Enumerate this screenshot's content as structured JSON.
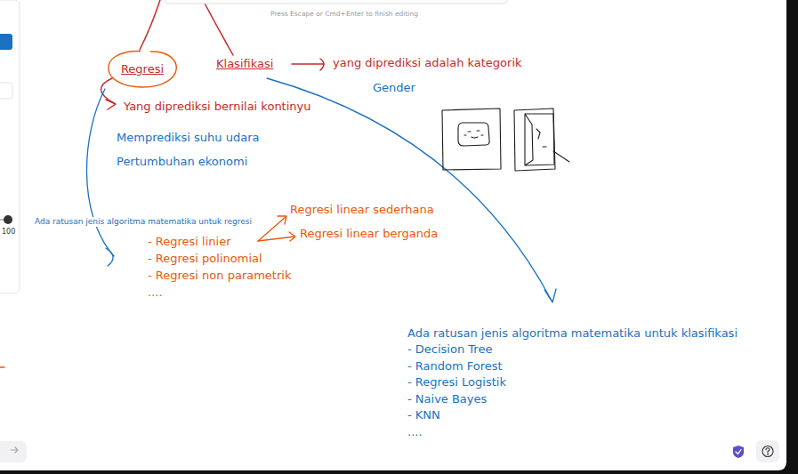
{
  "diagram": {
    "nodes": [
      {
        "text": [
          "Regresi"
        ]
      }
    ],
    "labels": [
      "Press Escape or Cmd+Enter to finish editing",
      "Klasifikasi",
      "yang diprediksi adalah kategorik",
      "Gender",
      "Yang diprediksi bernilai kontinyu",
      "Memprediksi suhu udara",
      "Pertumbuhan ekonomi",
      "100",
      "Regresi linear sederhana",
      "Ada ratusan jenis algoritma matematika untuk regresi",
      "Regresi linear berganda",
      "- Regresi linier",
      "- Regresi polinomial",
      "- Regresi non parametrik",
      "....",
      "Ada ratusan jenis algoritma matematika untuk klasifikasi",
      "- Decision Tree",
      "- Random Forest",
      "- Regresi Logistik",
      "- Naive Bayes",
      "- KNN",
      "...."
    ]
  }
}
